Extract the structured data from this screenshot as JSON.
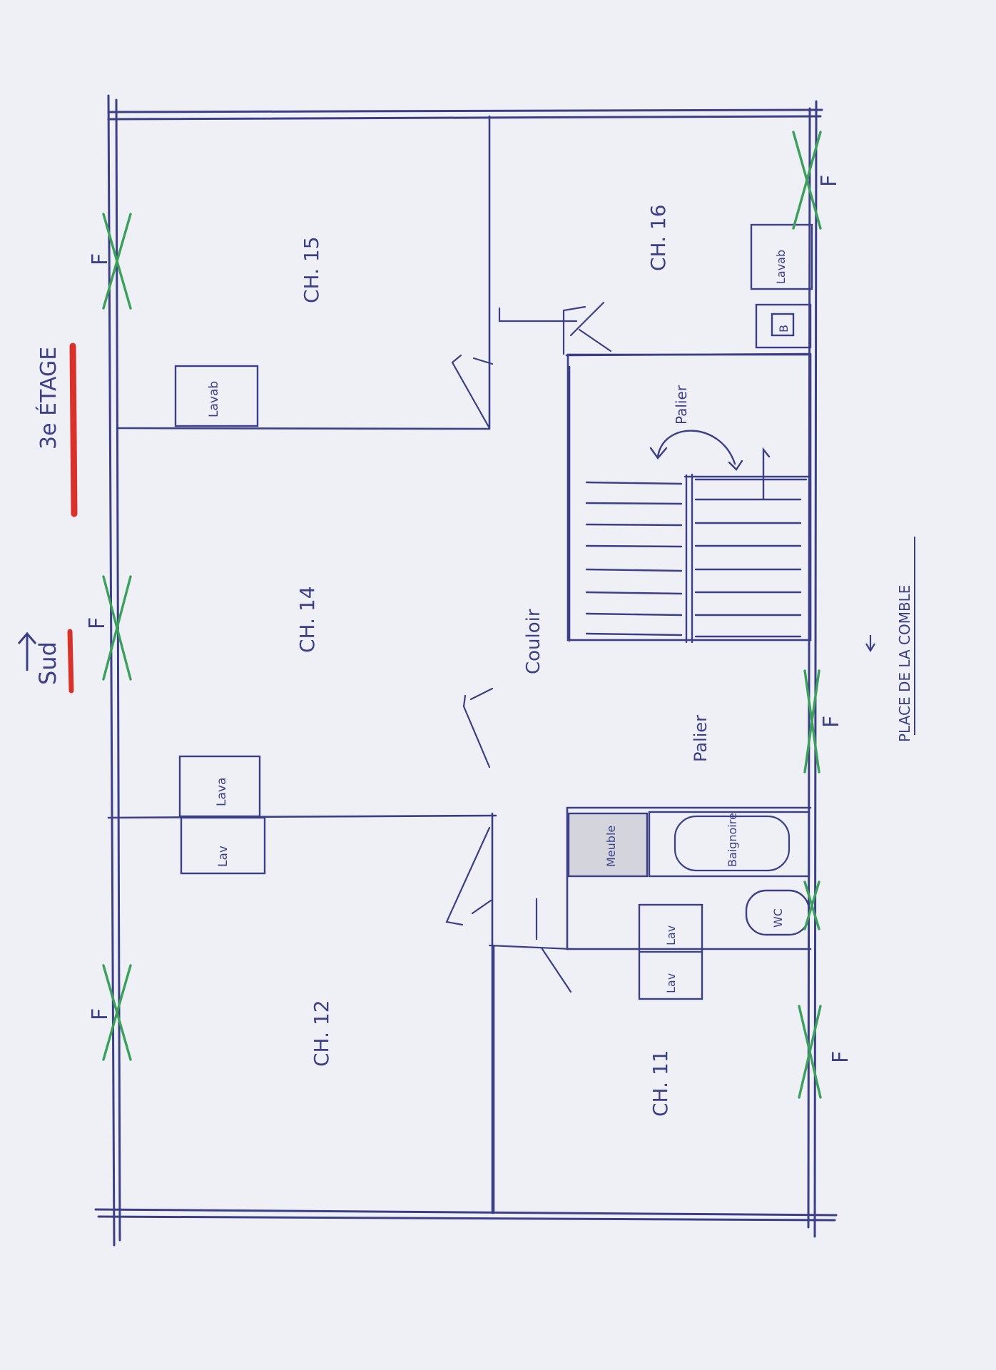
{
  "colors": {
    "paper": "#eef0f6",
    "ink": "#3c3f88",
    "pencil": "#a3a6ae",
    "window_cross": "#3aa05a",
    "underline": "#d8322a"
  },
  "header": {
    "floor_label": "3e ÉTAGE",
    "south_label": "Sud"
  },
  "rooms": {
    "ch15": "CH. 15",
    "ch14": "CH. 14",
    "ch12": "CH. 12",
    "ch16": "CH. 16",
    "ch11": "CH. 11",
    "couloir": "Couloir",
    "palier": "Palier",
    "palier_stair": "Palier"
  },
  "fixtures": {
    "lavabo_ch15": "Lavab",
    "lavabo_ch14": "Lava",
    "lavabo_ch12": "Lav",
    "lavabo_ch16": "Lavab",
    "lavabo_ch11_a": "Lav",
    "lavabo_ch11_b": "Lav",
    "bidet": "B",
    "meuble": "Meuble",
    "baignoire": "Baignoire",
    "wc": "WC"
  },
  "windows": {
    "marker": "F"
  },
  "footer": {
    "note": "PLACE DE LA COMBLE"
  }
}
